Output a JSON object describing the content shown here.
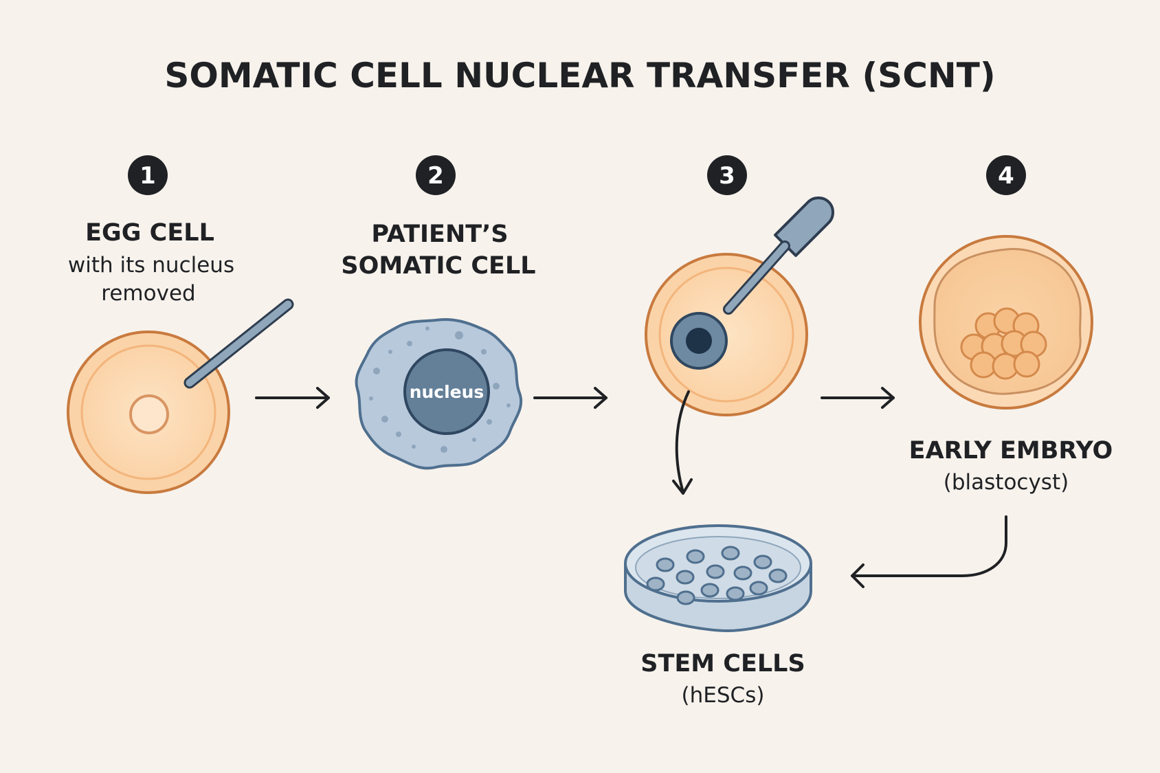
{
  "title": "SOMATIC CELL NUCLEAR TRANSFER (SCNT)",
  "steps": [
    {
      "number": "1",
      "label": "EGG CELL",
      "sublabel_line1": "with its nucleus",
      "sublabel_line2": "removed"
    },
    {
      "number": "2",
      "label_line1": "PATIENT’S",
      "label_line2": "SOMATIC CELL",
      "nucleus_label": "nucleus"
    },
    {
      "number": "3"
    },
    {
      "number": "4",
      "label": "EARLY EMBRYO",
      "sublabel": "(blastocyst)"
    }
  ],
  "stem_cells": {
    "label": "STEM CELLS",
    "sublabel": "(hESCs)"
  },
  "colors": {
    "background": "#f7f2ec",
    "egg_fill": "#fbd3a8",
    "egg_outline": "#c87a3e",
    "somatic_fill": "#b8c9dc",
    "somatic_outline": "#4f6f8e",
    "nucleus_fill": "#647f98",
    "pipette": "#8fa6bb",
    "ink": "#1f2124"
  }
}
